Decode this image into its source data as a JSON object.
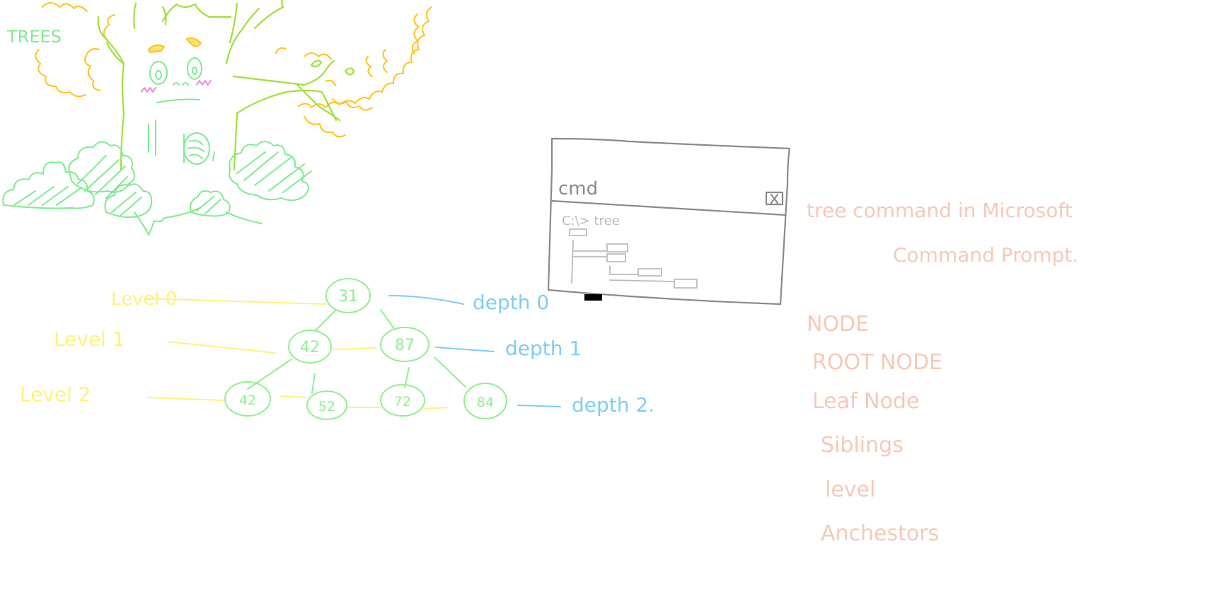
{
  "colors": {
    "tree_trunk": "#9fe03a",
    "tree_foliage": "#ffc21a",
    "tree_bush": "#7dec8f",
    "blush": "#ee7ae6",
    "level_text": "#fff27a",
    "depth_text": "#7fcdf2",
    "node": "#8ff08f",
    "notes_text": "#f6c9b6",
    "window": "#8a8a8a",
    "window_light": "#bcbcbc"
  },
  "title": "TREES",
  "levels": [
    "Level 0",
    "Level 1",
    "Level 2"
  ],
  "depths": [
    "depth 0",
    "depth 1",
    "depth 2."
  ],
  "nodes": {
    "root": "31",
    "l1_left": "42",
    "l1_right": "87",
    "l2_a": "42",
    "l2_b": "52",
    "l2_c": "72",
    "l2_d": "84"
  },
  "cmd_window": {
    "title": "cmd",
    "close_icon": "close-x-icon",
    "prompt": "C:\\> tree"
  },
  "notes": {
    "caption_line1": "tree command in Microsoft",
    "caption_line2": "Command Prompt.",
    "terms": [
      "NODE",
      "ROOT NODE",
      "Leaf Node",
      "Siblings",
      "level",
      "Anchestors"
    ]
  }
}
